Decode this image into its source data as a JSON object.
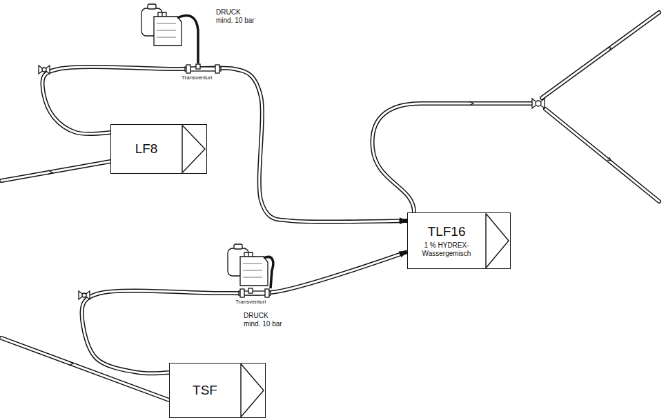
{
  "diagram": {
    "nodes": [
      {
        "text": [
          "LF8"
        ]
      },
      {
        "text": [
          "TLF16",
          "1 % HYDREX-Wassergemisch"
        ]
      },
      {
        "text": [
          "TSF"
        ]
      }
    ],
    "edges": [
      {
        "from": 0,
        "to": 1,
        "arrow": "to"
      },
      {
        "from": 2,
        "to": 1,
        "arrow": "to"
      }
    ],
    "labels": [
      "DRUCK mind. 10 bar",
      "Transventuri",
      "Transventuri",
      "DRUCK mind. 10 bar"
    ]
  }
}
